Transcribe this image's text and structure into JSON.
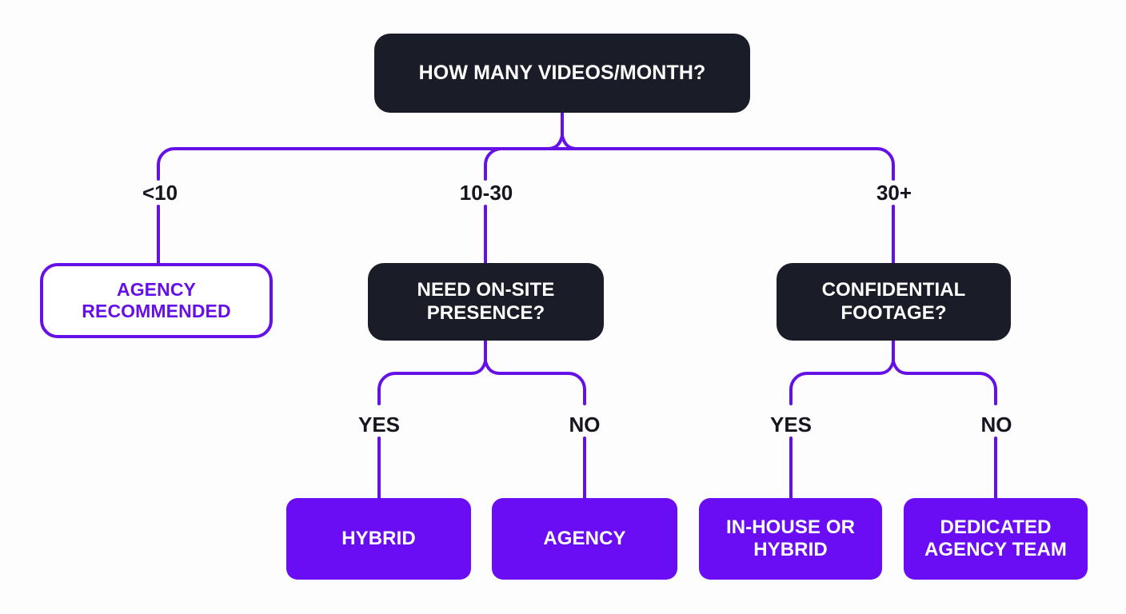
{
  "diagram": {
    "title_node": {
      "label": "HOW MANY VIDEOS/MONTH?"
    },
    "colors": {
      "background": "#fdfdfd",
      "connector": "#6610e8",
      "dark_node": "#1a1c28",
      "solid_node": "#6a0df5",
      "outline_node_border": "#6610e8",
      "outline_node_text": "#6610e8",
      "label_text": "#14151f"
    },
    "nodes": {
      "root": "HOW MANY VIDEOS/MONTH?",
      "decision_left": "NEED ON-SITE PRESENCE?",
      "decision_right": "CONFIDENTIAL FOOTAGE?",
      "outcome_recommended": "AGENCY RECOMMENDED",
      "outcome_hybrid": "HYBRID",
      "outcome_agency": "AGENCY",
      "outcome_inhouse": "IN-HOUSE OR HYBRID",
      "outcome_dedicated": "DEDICATED AGENCY TEAM"
    },
    "edge_labels": {
      "branch_low": "<10",
      "branch_mid": "10-30",
      "branch_high": "30+",
      "left_yes": "YES",
      "left_no": "NO",
      "right_yes": "YES",
      "right_no": "NO"
    }
  }
}
